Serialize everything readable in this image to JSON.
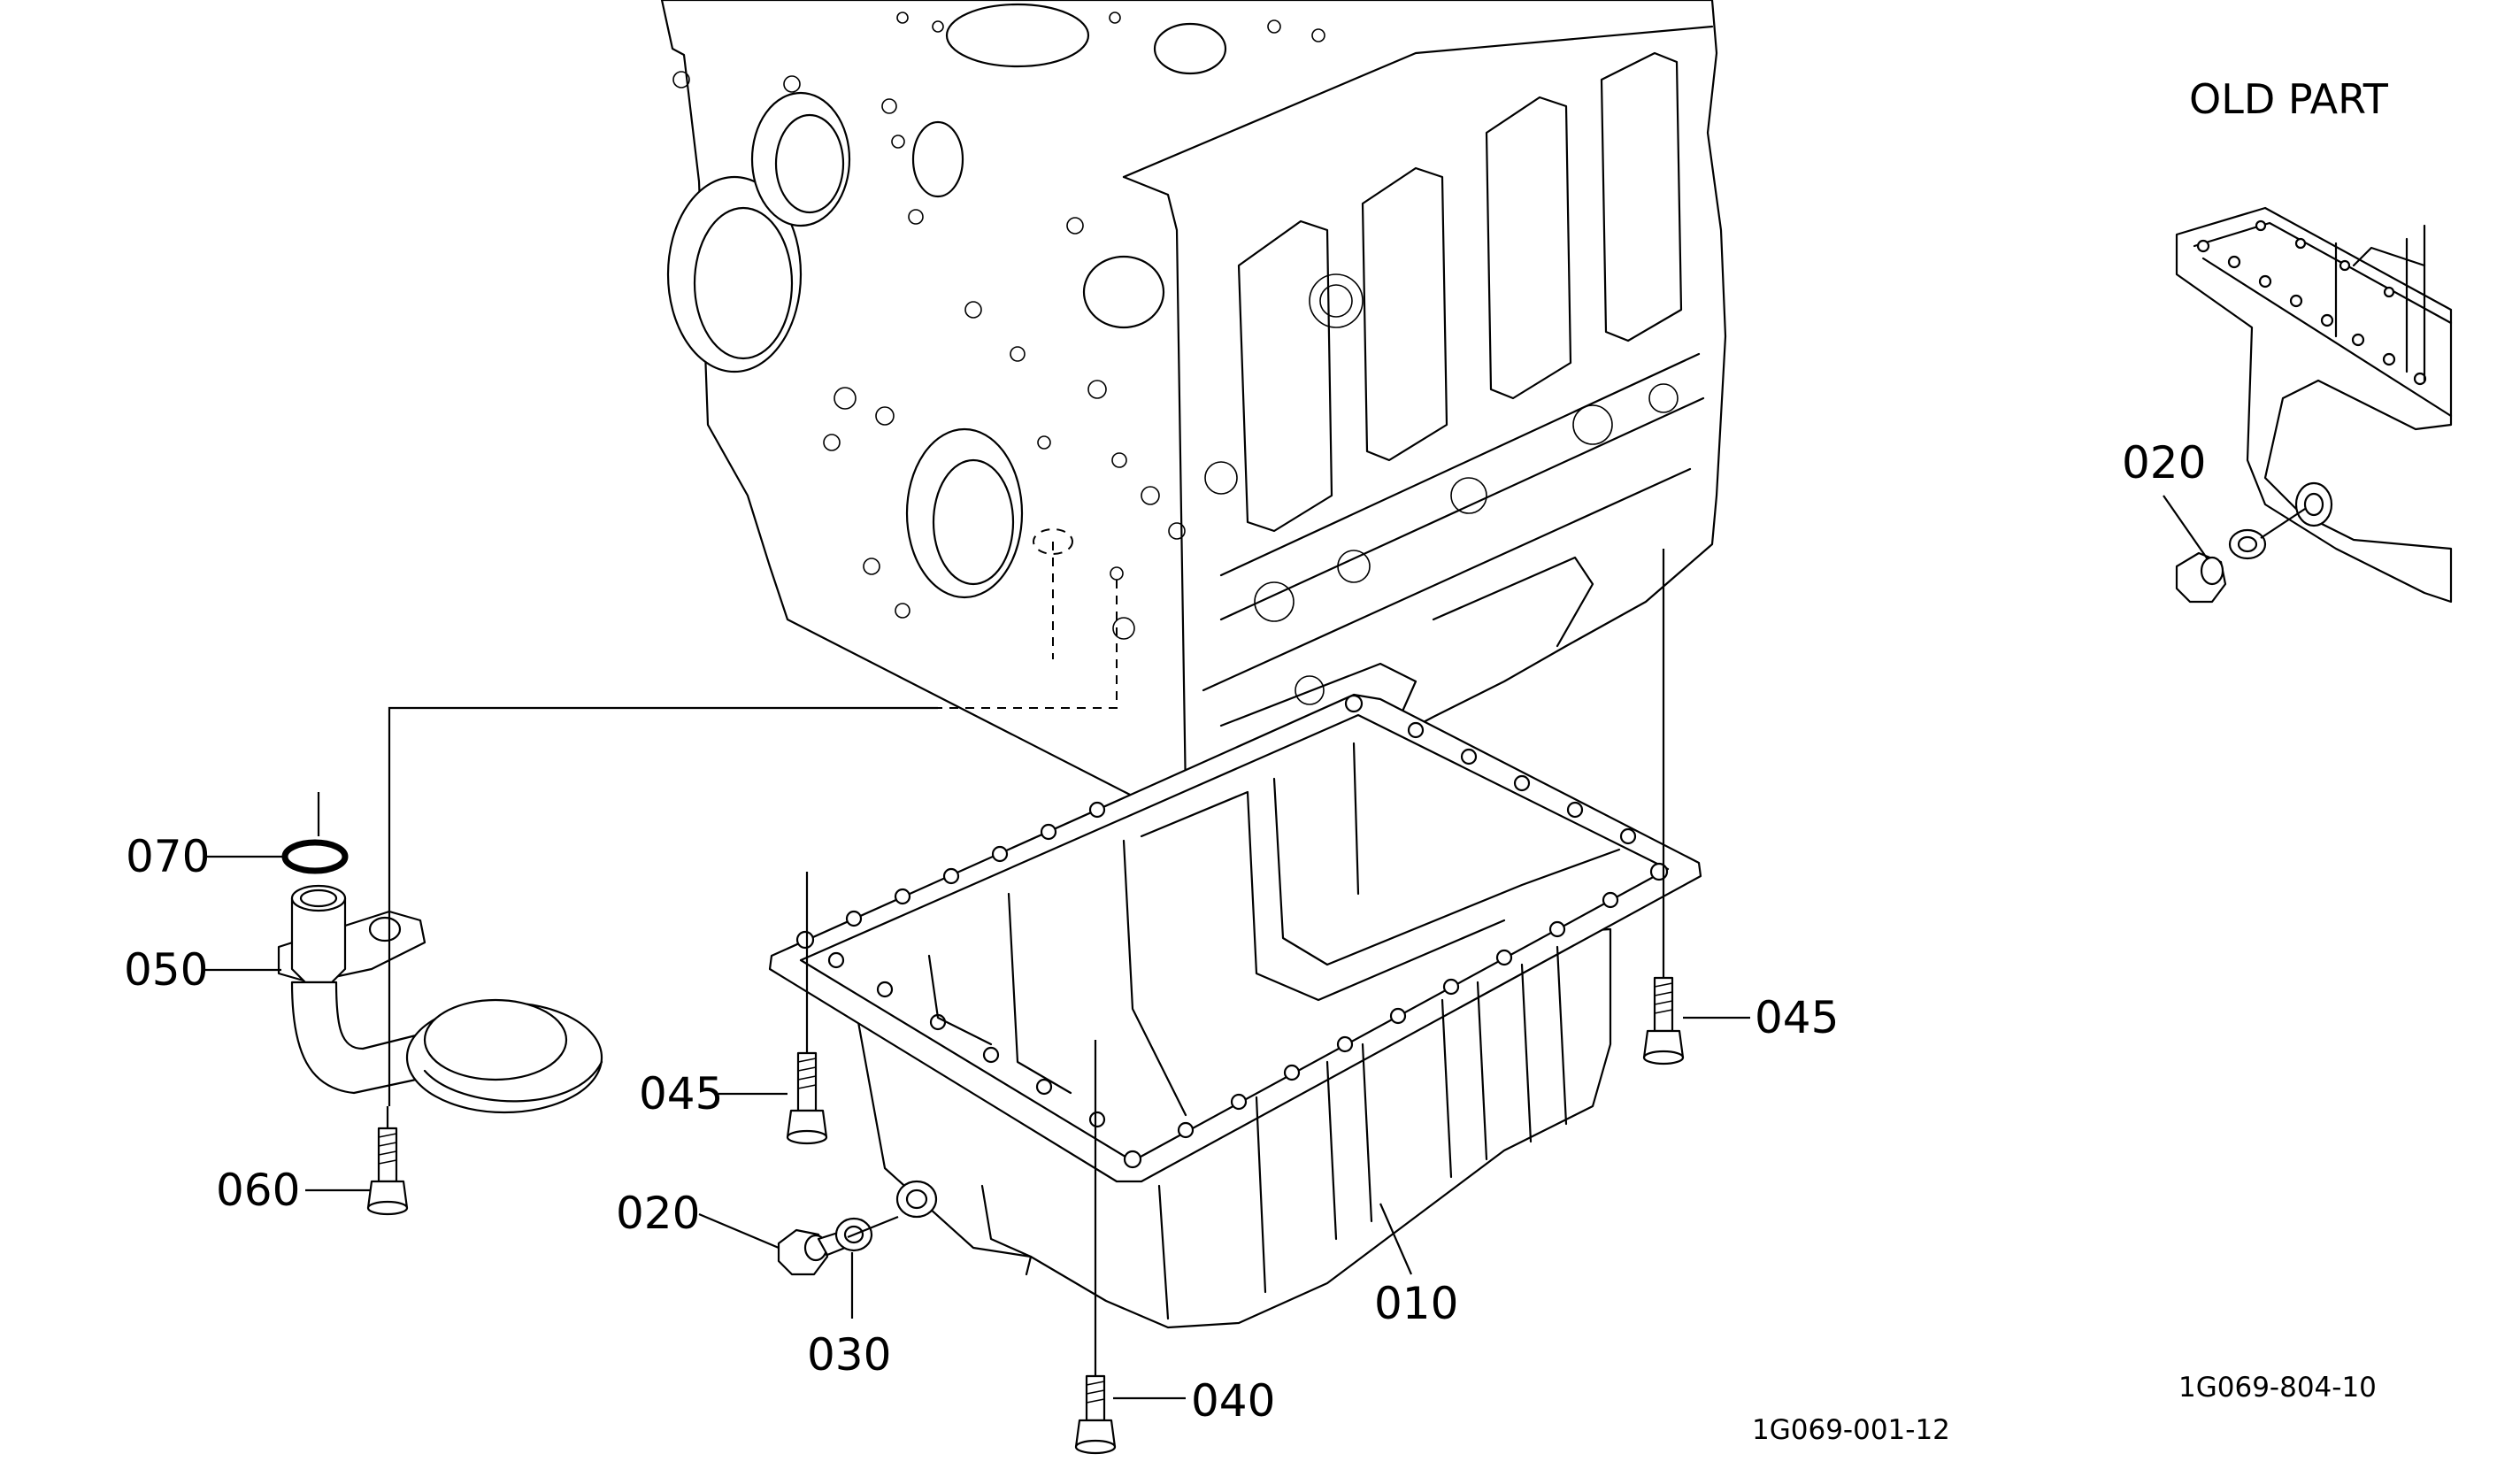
{
  "diagram": {
    "inset_title": "OLD PART",
    "drawing_code_main": "1G069-001-12",
    "drawing_code_inset": "1G069-804-10",
    "callouts": {
      "c070": "070",
      "c050": "050",
      "c060": "060",
      "c045_left": "045",
      "c045_right": "045",
      "c020": "020",
      "c030": "030",
      "c010": "010",
      "c040": "040",
      "c020_inset": "020"
    }
  }
}
